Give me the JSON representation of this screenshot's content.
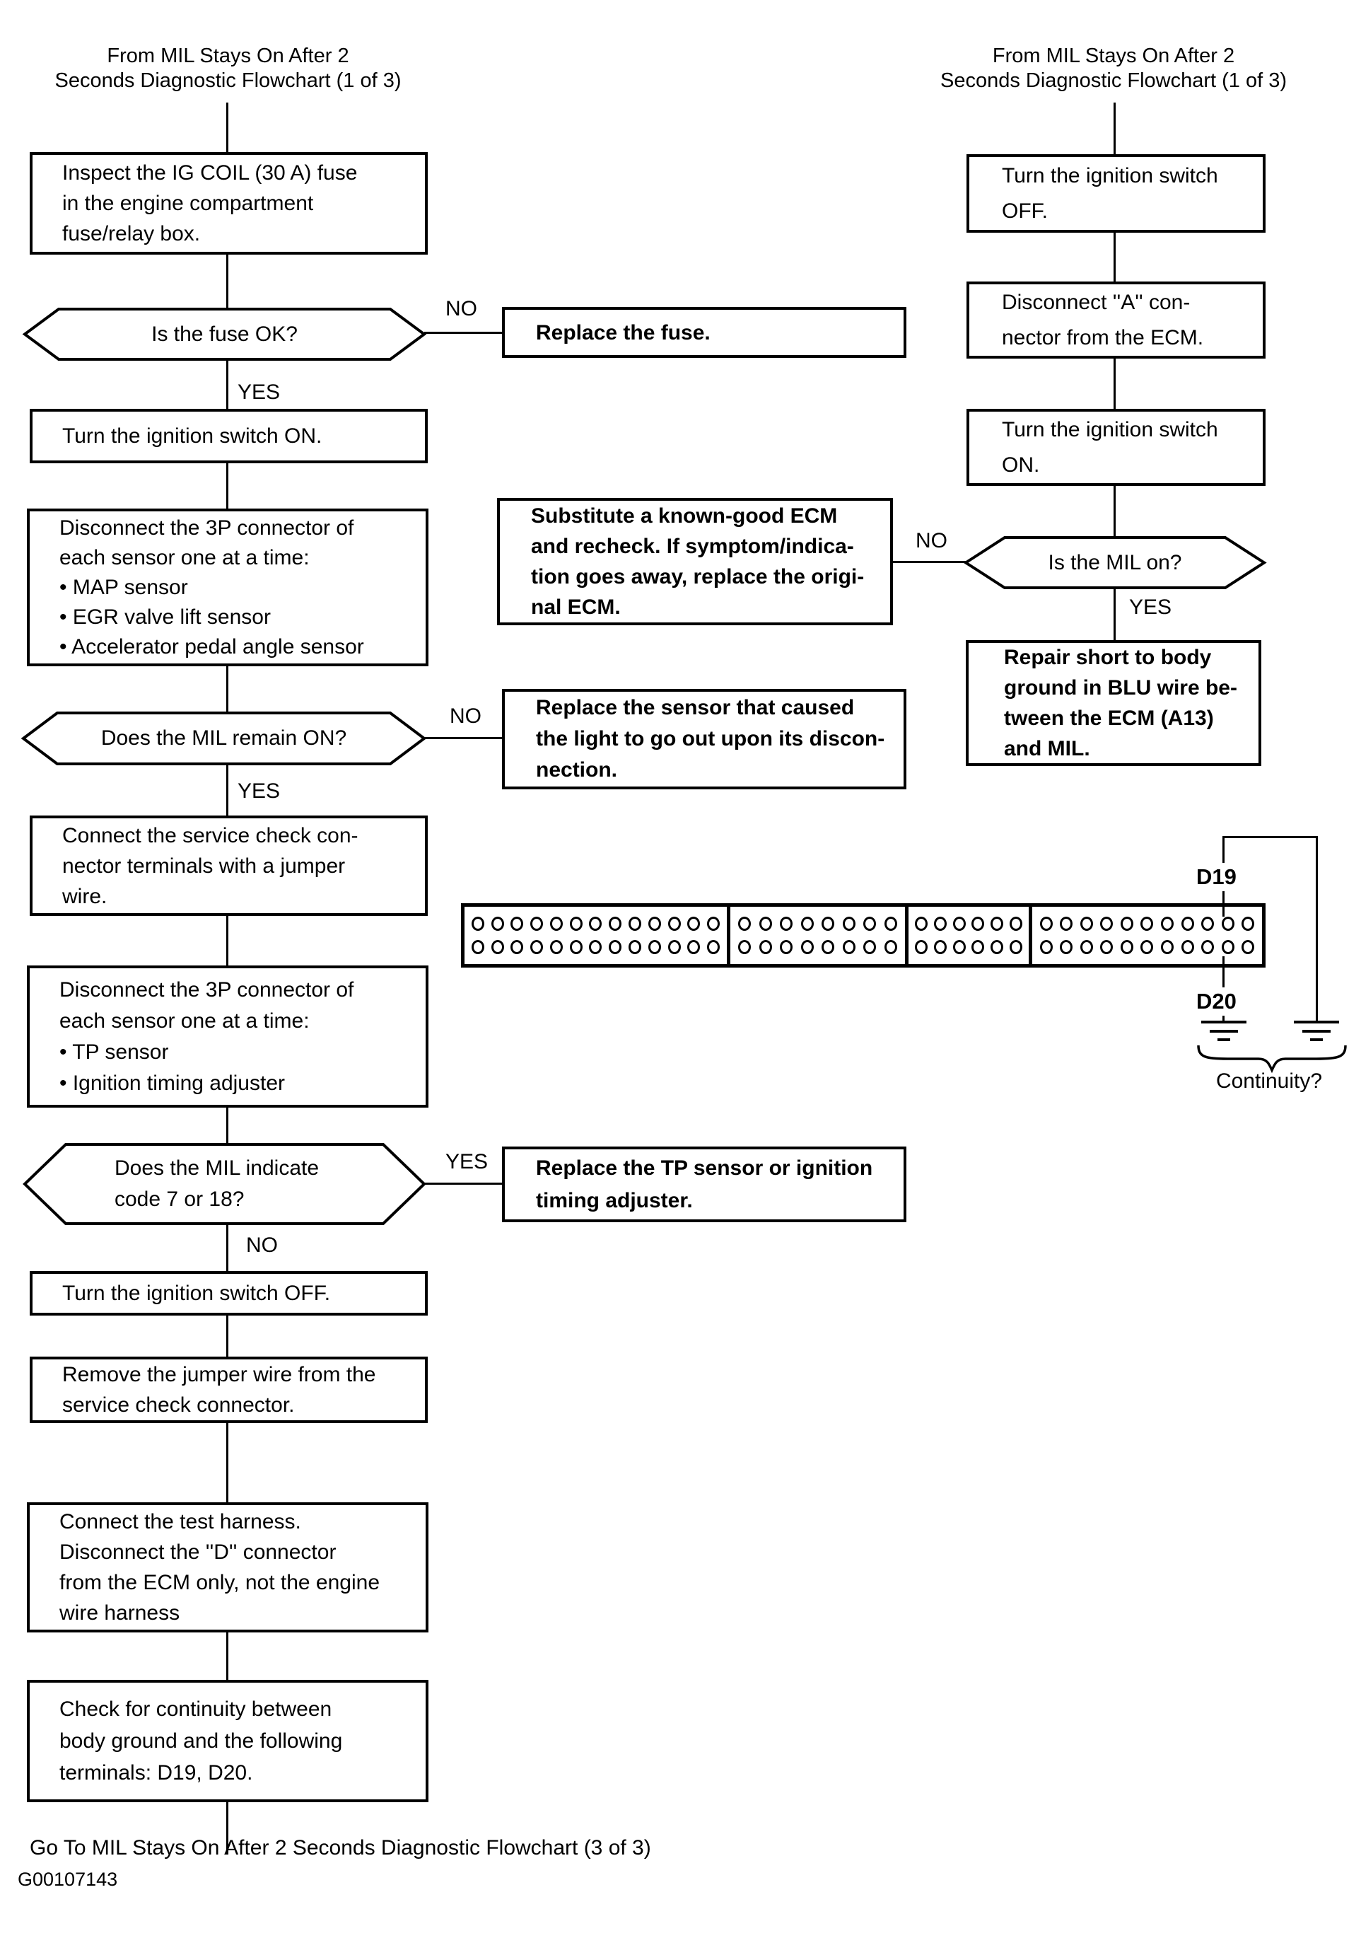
{
  "labels": {
    "no": "NO",
    "yes": "YES"
  },
  "left": {
    "header": [
      "From MIL Stays On After 2",
      "Seconds Diagnostic Flowchart (1 of 3)"
    ],
    "inspect_fuse": [
      "Inspect the IG COIL (30 A) fuse",
      "in the engine compartment",
      "fuse/relay box."
    ],
    "fuse_ok": "Is the fuse OK?",
    "replace_fuse": "Replace the fuse.",
    "ignition_on": "Turn the ignition switch ON.",
    "disc_sensors": [
      "Disconnect the 3P connector of",
      "each sensor one at a time:",
      "• MAP sensor",
      "• EGR valve lift sensor",
      "• Accelerator pedal angle sensor"
    ],
    "mil_remain": "Does the MIL remain ON?",
    "replace_sensor": [
      "Replace the sensor that caused",
      "the light to go out upon its discon-",
      "nection."
    ],
    "service_check": [
      "Connect the service check con-",
      "nector terminals with a jumper",
      "wire."
    ],
    "disc_sensors2": [
      "Disconnect the 3P connector of",
      "each sensor one at a time:",
      "• TP sensor",
      "• Ignition timing adjuster"
    ],
    "mil_code": [
      "Does the MIL indicate",
      "code 7 or 18?"
    ],
    "replace_tp": [
      "Replace the TP sensor or ignition",
      "timing adjuster."
    ],
    "ignition_off": "Turn the ignition switch OFF.",
    "remove_jumper": [
      "Remove the jumper wire from the",
      "service check connector."
    ],
    "test_harness": [
      "Connect the test harness.",
      "Disconnect the ''D'' connector",
      "from the ECM only, not the engine",
      "wire harness"
    ],
    "check_continuity": [
      "Check for continuity between",
      "body ground and the following",
      "terminals: D19, D20."
    ],
    "footer": "Go To MIL Stays On After 2 Seconds Diagnostic Flowchart (3 of 3)",
    "figure_id": "G00107143"
  },
  "right": {
    "header": [
      "From MIL Stays On After 2",
      "Seconds Diagnostic Flowchart (1 of 3)"
    ],
    "ignition_off": [
      "Turn the ignition switch",
      "OFF."
    ],
    "disc_a": [
      "Disconnect ''A'' con-",
      "nector from the ECM."
    ],
    "ignition_on": [
      "Turn the ignition switch",
      "ON."
    ],
    "mil_on": "Is the MIL on?",
    "substitute": [
      "Substitute a known-good ECM",
      "and recheck. If symptom/indica-",
      "tion goes away, replace the origi-",
      "nal ECM."
    ],
    "repair": [
      "Repair short to body",
      "ground in BLU wire be-",
      "tween the ECM (A13)",
      "and MIL."
    ]
  },
  "connector": {
    "rows": 2,
    "sections": [
      13,
      8,
      6,
      11
    ],
    "d19": "D19",
    "d20": "D20",
    "continuity": "Continuity?"
  }
}
